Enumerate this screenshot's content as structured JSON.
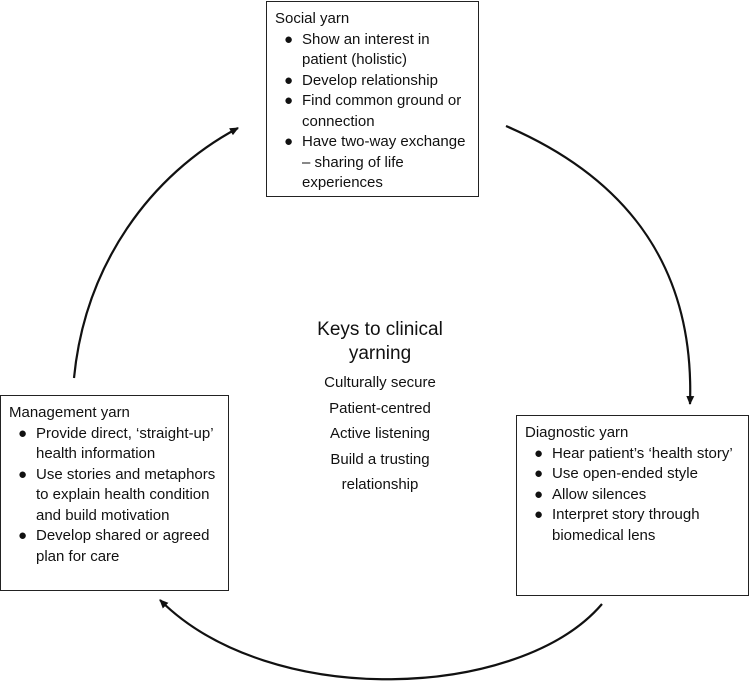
{
  "social": {
    "title": "Social yarn",
    "items": [
      "Show an interest in patient (holistic)",
      "Develop relationship",
      "Find common ground or connection",
      "Have two-way exchange – sharing of life experiences"
    ]
  },
  "diagnostic": {
    "title": "Diagnostic yarn",
    "items": [
      "Hear patient’s ‘health story’",
      "Use open-ended style",
      "Allow silences",
      "Interpret story through biomedical  lens"
    ]
  },
  "management": {
    "title": "Management yarn",
    "items": [
      "Provide direct, ‘straight-up’ health information",
      "Use stories and metaphors to explain health condition and build motivation",
      "Develop shared or agreed plan for care"
    ]
  },
  "center": {
    "heading_line1": "Keys to clinical",
    "heading_line2": "yarning",
    "items": [
      "Culturally secure",
      "Patient-centred",
      "Active listening",
      "Build a trusting relationship"
    ]
  },
  "bullet": "●"
}
